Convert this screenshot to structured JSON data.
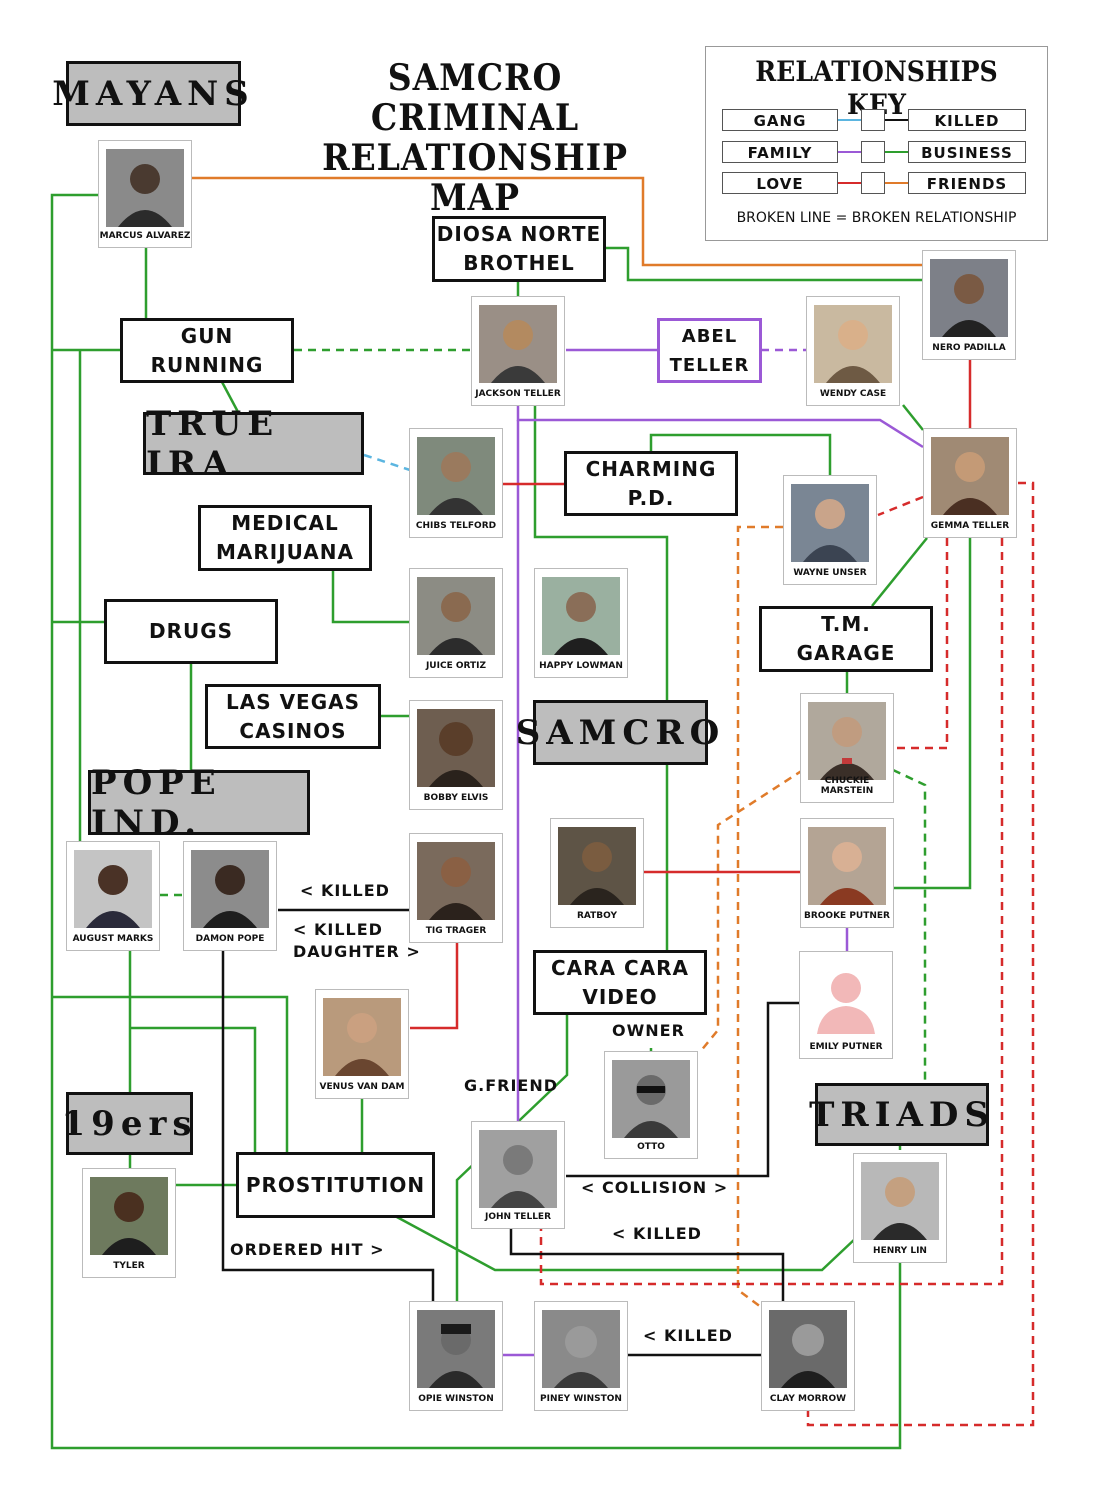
{
  "title": {
    "line1": "SAMCRO CRIMINAL",
    "line2": "RELATIONSHIP MAP"
  },
  "key": {
    "title": "RELATIONSHIPS KEY",
    "rows": [
      {
        "left": "GANG",
        "left_color": "#5bb5e0",
        "right": "KILLED",
        "right_color": "#111111"
      },
      {
        "left": "FAMILY",
        "left_color": "#9b59d6",
        "right": "BUSINESS",
        "right_color": "#2e9e2e"
      },
      {
        "left": "LOVE",
        "left_color": "#d62b2b",
        "right": "FRIENDS",
        "right_color": "#e07b2a"
      }
    ],
    "note": "BROKEN LINE = BROKEN RELATIONSHIP"
  },
  "gangs": {
    "mayans": "MAYANS",
    "true_ira": "TRUE  IRA",
    "samcro": "SAMCRO",
    "pope_ind": "POPE  IND.",
    "niners": "19ers",
    "triads": "TRIADS"
  },
  "businesses": {
    "diosa": {
      "line1": "DIOSA NORTE",
      "line2": "BROTHEL"
    },
    "gun_running": {
      "line1": "GUN",
      "line2": "RUNNING"
    },
    "abel": {
      "line1": "ABEL",
      "line2": "TELLER"
    },
    "charming_pd": {
      "line1": "CHARMING",
      "line2": "P.D."
    },
    "med_mar": {
      "line1": "MEDICAL",
      "line2": "MARIJUANA"
    },
    "drugs": {
      "line1": "DRUGS"
    },
    "tm_garage": {
      "line1": "T.M.",
      "line2": "GARAGE"
    },
    "las_vegas": {
      "line1": "LAS VEGAS",
      "line2": "CASINOS"
    },
    "cara_cara": {
      "line1": "CARA CARA",
      "line2": "VIDEO"
    },
    "prostitution": {
      "line1": "PROSTITUTION"
    }
  },
  "people": {
    "marcus": "MARCUS ALVAREZ",
    "jackson": "JACKSON TELLER",
    "wendy": "WENDY CASE",
    "nero": "NERO PADILLA",
    "chibs": "CHIBS TELFORD",
    "gemma": "GEMMA TELLER",
    "wayne": "WAYNE UNSER",
    "juice": "JUICE ORTIZ",
    "happy": "HAPPY LOWMAN",
    "bobby": "BOBBY ELVIS",
    "chuckie": "CHUCKIE MARSTEIN",
    "august": "AUGUST MARKS",
    "damon": "DAMON POPE",
    "tig": "TIG TRAGER",
    "ratboy": "RATBOY",
    "brooke": "BROOKE PUTNER",
    "emily": "EMILY PUTNER",
    "venus": "VENUS VAN DAM",
    "otto": "OTTO",
    "john": "JOHN TELLER",
    "tyler": "TYLER",
    "henry": "HENRY LIN",
    "opie": "OPIE WINSTON",
    "piney": "PINEY WINSTON",
    "clay": "CLAY MORROW"
  },
  "labels": {
    "killed_tig": "< KILLED",
    "killed_daughter_1": "< KILLED",
    "killed_daughter_2": "DAUGHTER >",
    "owner": "OWNER",
    "gfriend": "G.FRIEND",
    "collision": "< COLLISION >",
    "killed_john": "< KILLED",
    "ordered_hit": "ORDERED HIT >",
    "killed_piney": "< KILLED"
  }
}
